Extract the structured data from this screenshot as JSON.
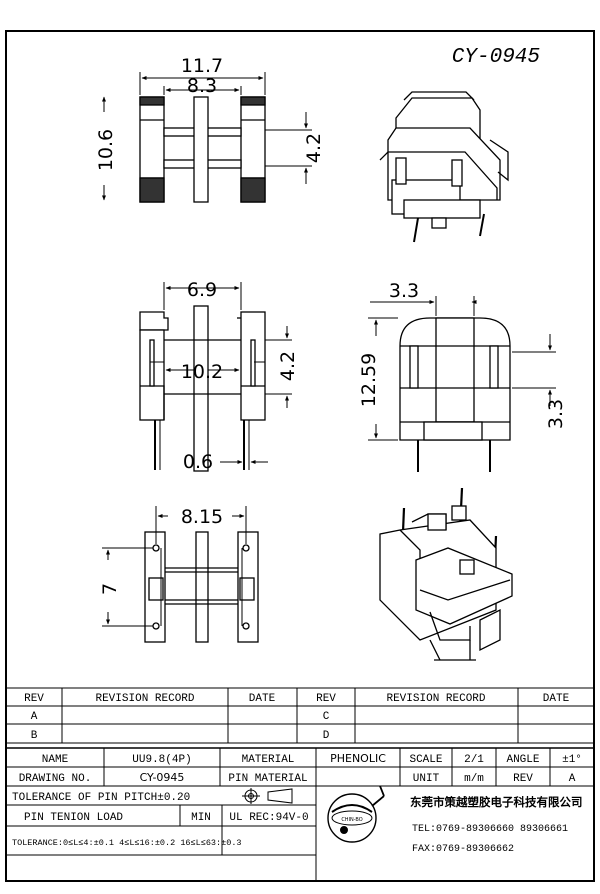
{
  "drawing": {
    "part_no": "CY-0945",
    "dimensions": {
      "top_overall_width": "11.7",
      "top_inner_width": "8.3",
      "top_height": "10.6",
      "top_gap": "4.2",
      "front_width": "6.9",
      "front_inner": "10.2",
      "front_gap": "4.2",
      "pin_diameter": "0.6",
      "side_top": "3.3",
      "side_height": "12.59",
      "side_pin": "3.3",
      "bottom_width": "8.15",
      "bottom_height": "7"
    }
  },
  "revision": {
    "headers": [
      "REV",
      "REVISION RECORD",
      "DATE",
      "REV",
      "REVISION RECORD",
      "DATE"
    ],
    "rows": [
      {
        "rev_left": "A",
        "rev_right": "C"
      },
      {
        "rev_left": "B",
        "rev_right": "D"
      }
    ]
  },
  "title_block": {
    "name_label": "NAME",
    "name_value": "UU9.8(4P)",
    "material_label": "MATERIAL",
    "material_value": "PHENOLIC",
    "scale_label": "SCALE",
    "scale_value": "2/1",
    "angle_label": "ANGLE",
    "angle_value": "±1°",
    "drawing_no_label": "DRAWING NO.",
    "drawing_no_value": "CY-0945",
    "pin_material_label": "PIN MATERIAL",
    "unit_label": "UNIT",
    "unit_value": "m/m",
    "rev_label": "REV",
    "rev_value": "A",
    "pin_pitch_tolerance": "TOLERANCE OF PIN PITCH±0.20",
    "pin_tension_label": "PIN TENION LOAD",
    "pin_tension_unit": "MIN",
    "ul_rec": "UL REC:94V-0",
    "tolerance_line": "TOLERANCE:0≤L≤4:±0.1  4≤L≤16:±0.2  16≤L≤63:±0.3",
    "logo_text": "CHIN-BO",
    "company_name": "东莞市策越塑胶电子科技有限公司",
    "tel": "TEL:0769-89306660  89306661",
    "fax": "FAX:0769-89306662"
  }
}
